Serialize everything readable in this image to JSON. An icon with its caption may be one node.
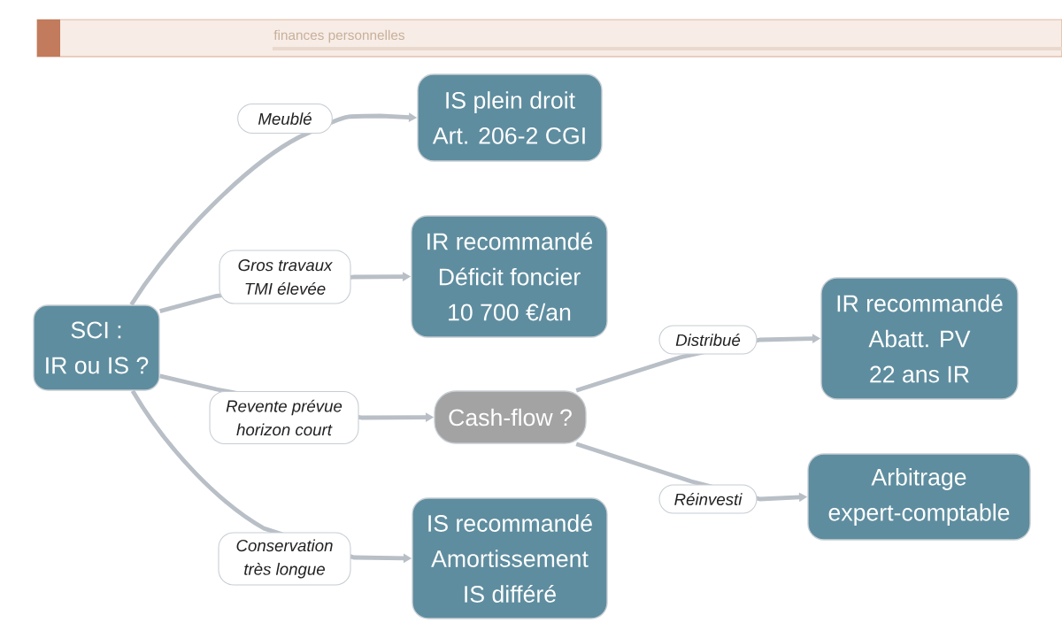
{
  "diagram": {
    "nodes": [
      {
        "text": [
          "SCI : IR ou IS ?"
        ]
      },
      {
        "text": [
          "IS plein droit Art. 206-2 CGI"
        ]
      },
      {
        "text": [
          "IR recommandé Déficit foncier 10 700 €/an"
        ]
      },
      {
        "text": [
          "Cash-flow ?"
        ]
      },
      {
        "text": [
          "IS recommandé Amortissement IS différé"
        ]
      },
      {
        "text": [
          "IR recommandé Abatt. PV 22 ans IR"
        ]
      },
      {
        "text": [
          "Arbitrage expert-comptable"
        ]
      }
    ],
    "edges": [
      {
        "from": 0,
        "to": 1,
        "arrow": "to",
        "label": "Meublé"
      },
      {
        "from": 0,
        "to": 2,
        "arrow": "to",
        "label": "Gros travaux TMI élevée"
      },
      {
        "from": 0,
        "to": 3,
        "arrow": "to",
        "label": "Revente prévue horizon court"
      },
      {
        "from": 0,
        "to": 4,
        "arrow": "to",
        "label": "Conservation très longue"
      },
      {
        "from": 3,
        "to": 5,
        "arrow": "to",
        "label": "Distribué"
      },
      {
        "from": 3,
        "to": 6,
        "arrow": "to",
        "label": "Réinvesti"
      }
    ],
    "labels": [
      "finances personnelles"
    ]
  }
}
